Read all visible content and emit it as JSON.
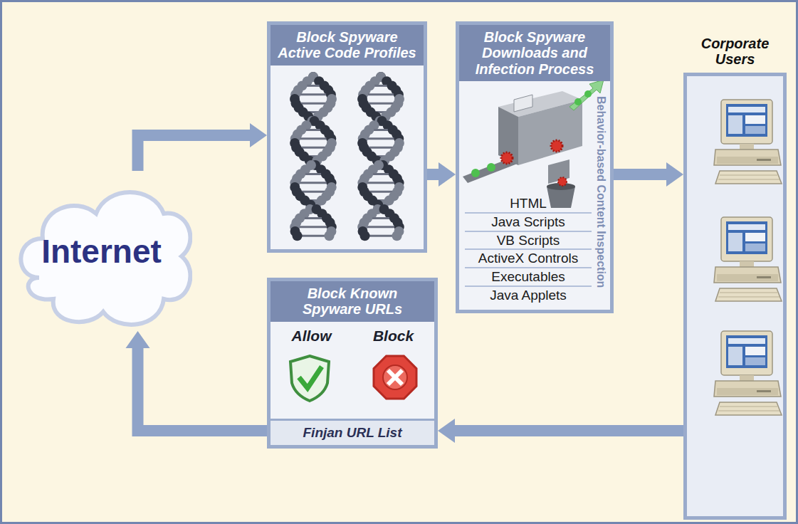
{
  "diagram": {
    "nodes": [
      {
        "text": [
          "Internet"
        ]
      },
      {
        "text": [
          "Block Spyware Active Code Profiles"
        ]
      },
      {
        "text": [
          "Block Spyware Downloads and Infection Process",
          "HTML",
          "Java Scripts",
          "VB Scripts",
          "ActiveX Controls",
          "Executables",
          "Java Applets",
          "Behavior-based Content Inspection"
        ]
      },
      {
        "text": [
          "Corporate Users"
        ]
      },
      {
        "text": [
          "Block Known Spyware URLs",
          "Allow",
          "Block",
          "Finjan URL List"
        ]
      }
    ],
    "edges": [
      {
        "from": 0,
        "to": 1,
        "arrow": "to"
      },
      {
        "from": 1,
        "to": 2,
        "arrow": "to"
      },
      {
        "from": 2,
        "to": 3,
        "arrow": "to"
      },
      {
        "from": 3,
        "to": 4,
        "arrow": "to"
      },
      {
        "from": 4,
        "to": 0,
        "arrow": "to"
      }
    ]
  }
}
